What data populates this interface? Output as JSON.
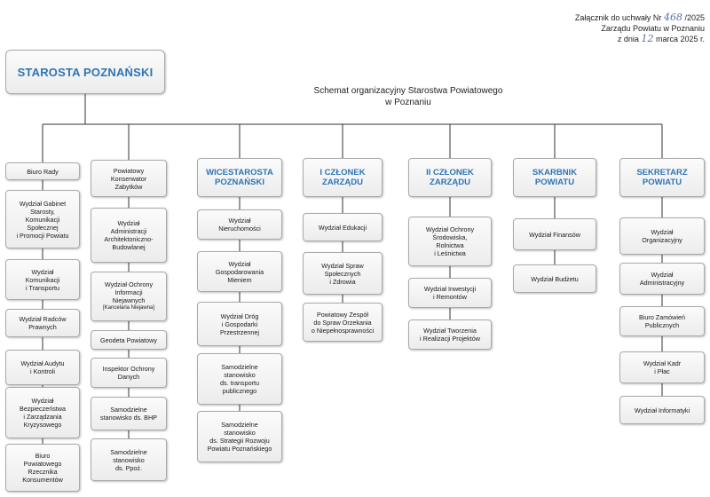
{
  "attachment": {
    "line1_prefix": "Załącznik do uchwały Nr",
    "number": "468",
    "line1_suffix": "/2025",
    "line2": "Zarządu Powiatu w Poznaniu",
    "line3_prefix": "z dnia",
    "day": "12",
    "line3_suffix": "marca 2025 r."
  },
  "diagram": {
    "title": "Schemat organizacyjny Starostwa Powiatowego w Poznaniu",
    "top": "STAROSTA POZNAŃSKI",
    "columns": [
      {
        "head": "",
        "units": [
          "Biuro Rady",
          "Wydział Gabinet\nStarosty,\nKomunikacji\nSpołecznej\ni Promocji Powiatu",
          "Wydział\nKomunikacji\ni Transportu",
          "Wydział Radców\nPrawnych",
          "Wydział Audytu\ni Kontroli",
          "Wydział\nBezpieczeństwa\ni Zarządzania\nKryzysowego",
          "Biuro\nPowiatowego\nRzecznika\nKonsumentów"
        ]
      },
      {
        "head": "",
        "units": [
          "Powiatowy\nKonserwator\nZabytków",
          "Wydział\nAdministracji\nArchitektoniczno-\nBudowlanej",
          "Wydział Ochrony\nInformacji\nNiejawnych",
          "Geodeta Powiatowy",
          "Inspektor Ochrony\nDanych",
          "Samodzielne\nstanowisko ds. BHP",
          "Samodzielne\nstanowisko\nds. Ppoż."
        ],
        "note": "[Kancelaria Niejawna]"
      },
      {
        "head": "WICESTAROSTA\nPOZNAŃSKI",
        "units": [
          "Wydział\nNieruchomości",
          "Wydział\nGospodarowania\nMieniem",
          "Wydział Dróg\ni Gospodarki\nPrzestrzennej",
          "Samodzielne\nstanowisko\nds. transportu\npublicznego",
          "Samodzielne\nstanowisko\nds. Strategii Rozwoju\nPowiatu Poznańskiego"
        ]
      },
      {
        "head": "I CZŁONEK\nZARZĄDU",
        "units": [
          "Wydział Edukacji",
          "Wydział Spraw\nSpołecznych\ni Zdrowia",
          "Powiatowy Zespół\ndo Spraw Orzekania\no Niepełnosprawności"
        ]
      },
      {
        "head": "II CZŁONEK\nZARZĄDU",
        "units": [
          "Wydział Ochrony\nŚrodowiska,\nRolnictwa\ni Leśnictwa",
          "Wydział Inwestycji\ni Remontów",
          "Wydział Tworzenia\ni Realizacji Projektów"
        ]
      },
      {
        "head": "SKARBNIK\nPOWIATU",
        "units": [
          "Wydział Finansów",
          "Wydział Budżetu"
        ]
      },
      {
        "head": "SEKRETARZ\nPOWIATU",
        "units": [
          "Wydział\nOrganizacyjny",
          "Wydział\nAdministracyjny",
          "Biuro Zamówień\nPublicznych",
          "Wydział Kadr\ni Płac",
          "Wydział Informatyki"
        ]
      }
    ]
  }
}
